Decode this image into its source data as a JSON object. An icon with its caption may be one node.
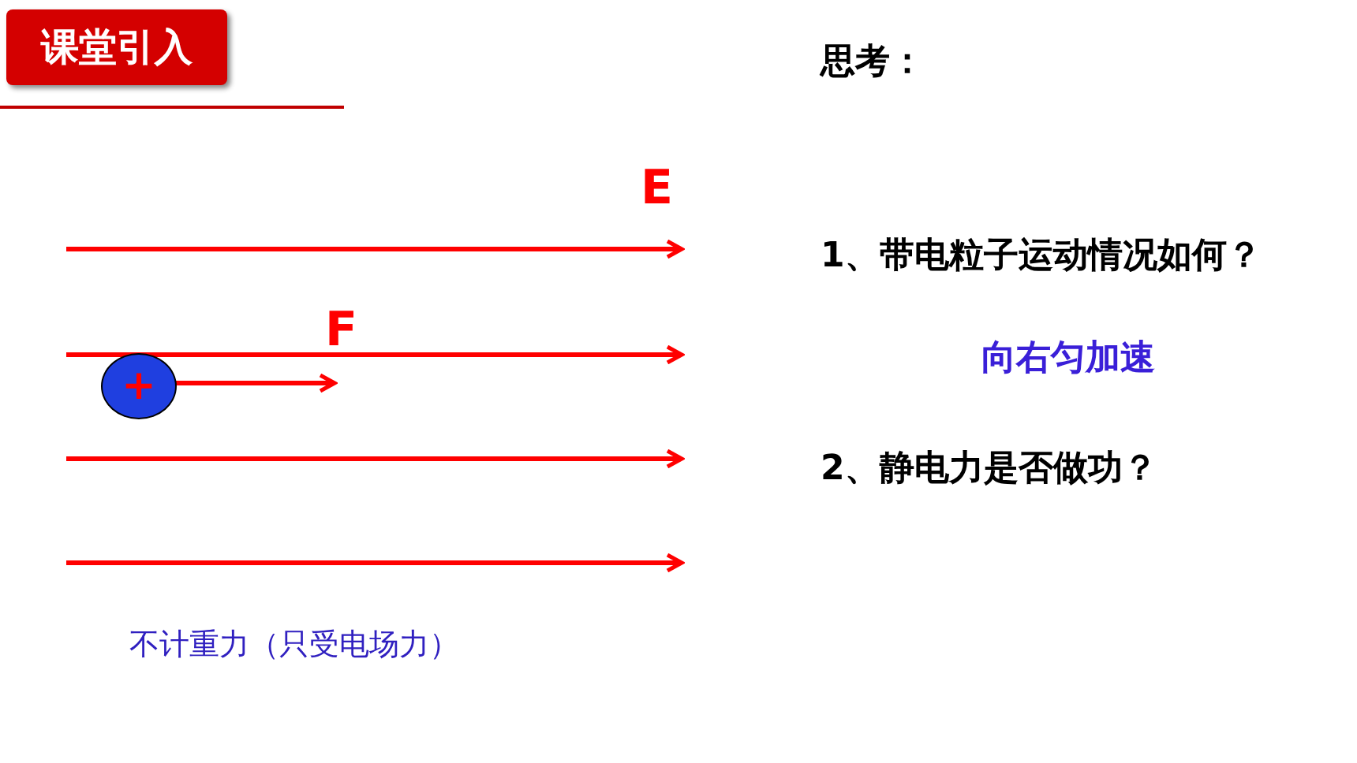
{
  "diagram": {
    "title": "课堂引入",
    "nodes": [
      {
        "text": [
          "+"
        ]
      }
    ],
    "labels": [
      "思考：",
      "E",
      "1、带电粒子运动情况如何？",
      "F",
      "向右匀加速",
      "2、静电力是否做功？",
      "不计重力（只受电场力）"
    ]
  }
}
